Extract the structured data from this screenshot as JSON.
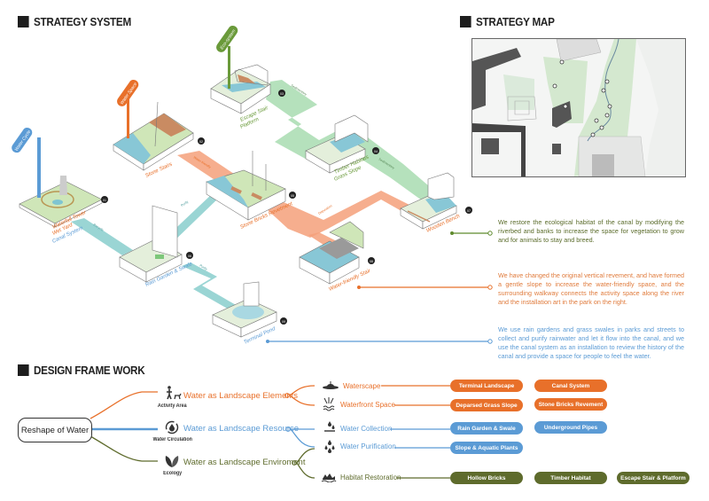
{
  "sections": {
    "strategy_system": "STRATEGY SYSTEM",
    "strategy_map": "STRATEGY MAP",
    "design_framework": "DESIGN FRAME WORK"
  },
  "colors": {
    "water_cycle": "#5b9bd5",
    "water_space": "#e8702a",
    "eco_system": "#6a9a3a",
    "teal_path": "#8ccfcf",
    "orange_path": "#f4a07a",
    "green_path": "#9fd6a8",
    "olive": "#5e6b2c"
  },
  "iso": {
    "flags": [
      {
        "label": "Water Cycle"
      },
      {
        "label": "Water Space"
      },
      {
        "label": "Eco-system"
      }
    ],
    "nodes": [
      {
        "num": "01",
        "labels": [
          "Waterfall Tower",
          "Wet Yard",
          "Canal System"
        ]
      },
      {
        "num": "02",
        "labels": [
          "Stone Stairs"
        ]
      },
      {
        "num": "03",
        "labels": [
          "Escape Stair",
          "Platform"
        ]
      },
      {
        "num": "04",
        "labels": [
          "Timber Habitats",
          "Grass Slope"
        ]
      },
      {
        "num": "05",
        "labels": [
          "Stone Bricks Revetment"
        ]
      },
      {
        "num": "06",
        "labels": [
          "Rain Garden & Swale"
        ]
      },
      {
        "num": "07",
        "labels": [
          "Wooden Bench"
        ]
      },
      {
        "num": "08",
        "labels": [
          "Water-friendly Stair"
        ]
      },
      {
        "num": "09",
        "labels": [
          "Terminal Pond"
        ]
      }
    ],
    "path_labels": {
      "water_friendly": "Water-friendly",
      "sedimentary_1": "Sedimentary",
      "sedimentary_2": "Sedimentary",
      "depuration": "Depuration",
      "purify_1": "Purify",
      "purify_2": "Purify",
      "recycle": "Recycle"
    }
  },
  "descriptions": {
    "ecology": "We restore the ecological habitat of the canal by modifying the riverbed and banks to increase the space for vegetation to grow and for animals to stay and breed.",
    "activity": "We have changed the original vertical revement, and have formed a gentle slope to increase the water-friendly space, and the surrounding walkway connects the activity space along the river and the installation art in the park on the right.",
    "resource": "We use rain gardens and grass swales in parks and streets to collect and purify rainwater and let it flow into the canal, and we use the canal system as an installation to review the history of the canal and provide a space for people to feel the water."
  },
  "framework": {
    "root": "Reshape of Water",
    "branches": [
      {
        "label": "Water as Landscape Elements",
        "icon": "pedestrian-dog-icon",
        "icon_label": "Activity Area",
        "leaves": [
          {
            "label": "Waterscape",
            "icon": "fountain-icon",
            "pills": [
              "Terminal Landscape",
              "Canal System"
            ]
          },
          {
            "label": "Waterfront Space",
            "icon": "waterfront-icon",
            "pills": [
              "Deparsed Grass Slope",
              "Stone Bricks Revement"
            ]
          }
        ]
      },
      {
        "label": "Water as Landscape Resource",
        "icon": "recycle-water-icon",
        "icon_label": "Water Circulation",
        "leaves": [
          {
            "label": "Water Collection",
            "icon": "droplets-icon",
            "pills": [
              "Rain Garden & Swale",
              "Underground Pipes"
            ]
          },
          {
            "label": "Water Purification",
            "icon": "purify-icon",
            "pills": [
              "Slope & Aquatic Plants"
            ]
          }
        ]
      },
      {
        "label": "Water as Landscape Enviroment",
        "icon": "leaves-icon",
        "icon_label": "Ecology",
        "leaves": [
          {
            "label": "Habitat Restoration",
            "icon": "habitat-icon",
            "pills": [
              "Hollow Bricks",
              "Timber Habitat",
              "Escape Stair & Platform"
            ]
          }
        ]
      }
    ]
  }
}
